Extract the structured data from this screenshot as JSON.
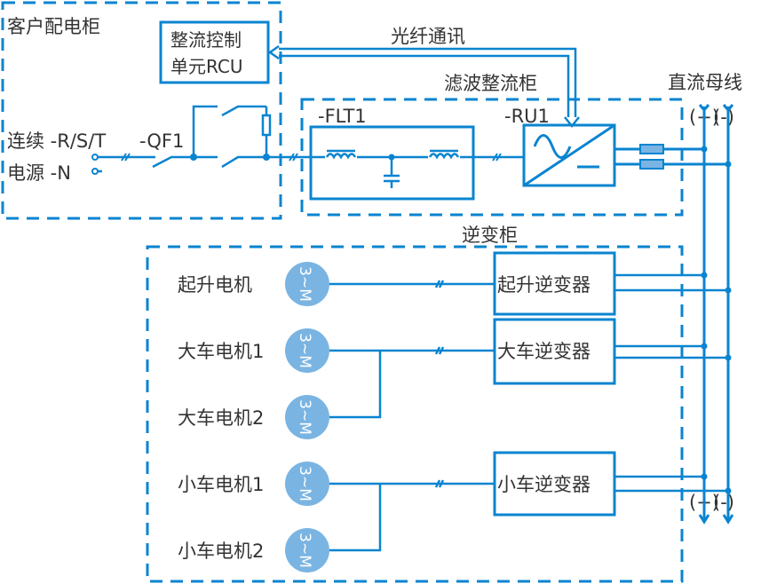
{
  "customer_cabinet": {
    "title": "客户配电柜",
    "rcu_line1": "整流控制",
    "rcu_line2": "单元RCU",
    "input_label1": "连续 -R/S/T",
    "input_label2": "电源 -N",
    "breaker": "-QF1"
  },
  "fiber_label": "光纤通讯",
  "filter_cabinet": {
    "title": "滤波整流柜",
    "filter": "-FLT1",
    "rectifier": "-RU1"
  },
  "dc_bus": {
    "title": "直流母线",
    "plus": "(+)",
    "minus": "(-)"
  },
  "inverter_cabinet": {
    "title": "逆变柜",
    "motors": [
      {
        "label": "起升电机"
      },
      {
        "label": "大车电机1"
      },
      {
        "label": "大车电机2"
      },
      {
        "label": "小车电机1"
      },
      {
        "label": "小车电机2"
      }
    ],
    "motor_symbol": "3~M",
    "inverters": [
      "起升逆变器",
      "大车逆变器",
      "小车逆变器"
    ]
  },
  "colors": {
    "line": "#0a84d0",
    "motor": "#7ab4e2"
  }
}
